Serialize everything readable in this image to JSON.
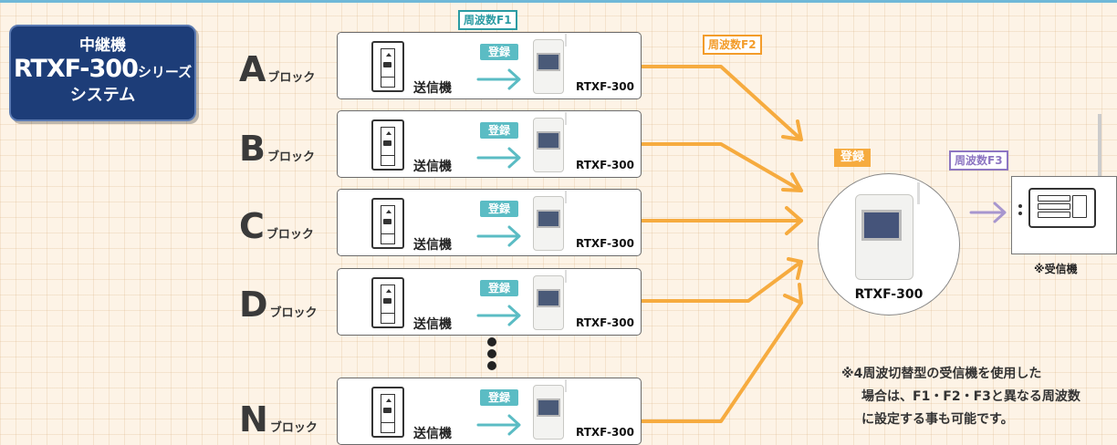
{
  "title": {
    "line1": "中継機",
    "model": "RTXF-300",
    "series": "シリーズ",
    "line3": "システム"
  },
  "frequency_tags": {
    "f1": "周波数F1",
    "f2": "周波数F2",
    "f3": "周波数F3"
  },
  "register_label": "登録",
  "transmitter_label": "送信機",
  "repeater_model": "RTXF-300",
  "block_suffix": "ブロック",
  "blocks": [
    {
      "letter": "A"
    },
    {
      "letter": "B"
    },
    {
      "letter": "C"
    },
    {
      "letter": "D"
    },
    {
      "letter": "N"
    }
  ],
  "hub": {
    "register_label": "登録",
    "model": "RTXF-300"
  },
  "receiver": {
    "label": "※受信機"
  },
  "note": {
    "line1": "※4周波切替型の受信機を使用した",
    "line2": "場合は、F1・F2・F3と異なる周波数",
    "line3": "に設定する事も可能です。"
  },
  "colors": {
    "title_bg": "#1d3d78",
    "teal": "#5bbcc4",
    "orange": "#f6ab3f",
    "purple": "#8d76c2"
  }
}
